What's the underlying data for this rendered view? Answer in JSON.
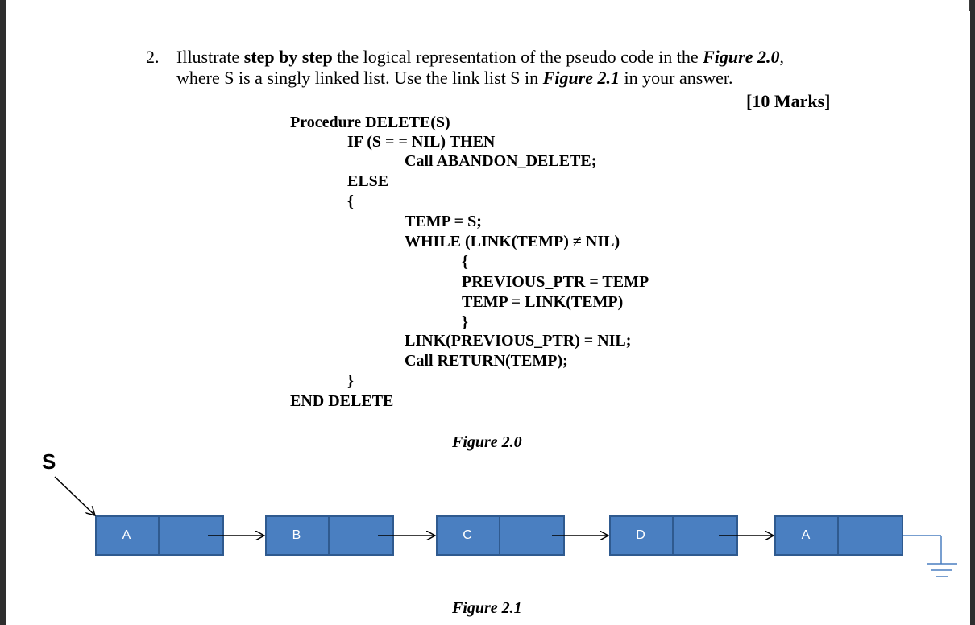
{
  "question": {
    "number": "2.",
    "line1_a": "Illustrate ",
    "line1_b": "step by step",
    "line1_c": " the logical representation of the pseudo code in the ",
    "line1_d": "Figure 2.0",
    "line1_e": ",",
    "line2_a": "where S is a singly linked list. Use the link list S in ",
    "line2_b": "Figure 2.1",
    "line2_c": " in your answer.",
    "marks": "[10 Marks]"
  },
  "code": {
    "l1": "Procedure DELETE(S)",
    "l2": "IF (S = = NIL) THEN",
    "l3": "Call ABANDON_DELETE;",
    "l4": "ELSE",
    "l5": "{",
    "l6": "TEMP = S;",
    "l7": "WHILE (LINK(TEMP) ≠ NIL)",
    "l8": "{",
    "l9": "PREVIOUS_PTR = TEMP",
    "l10": "TEMP = LINK(TEMP)",
    "l11": "}",
    "l12": "LINK(PREVIOUS_PTR) = NIL;",
    "l13": "Call RETURN(TEMP);",
    "l14": "}",
    "l15": "END DELETE"
  },
  "figure_caption_1": "Figure 2.0",
  "figure_caption_2": "Figure 2.1",
  "list": {
    "head_label": "S",
    "nodes": [
      "A",
      "B",
      "C",
      "D",
      "A"
    ],
    "node_color": "#4a7fc1"
  }
}
